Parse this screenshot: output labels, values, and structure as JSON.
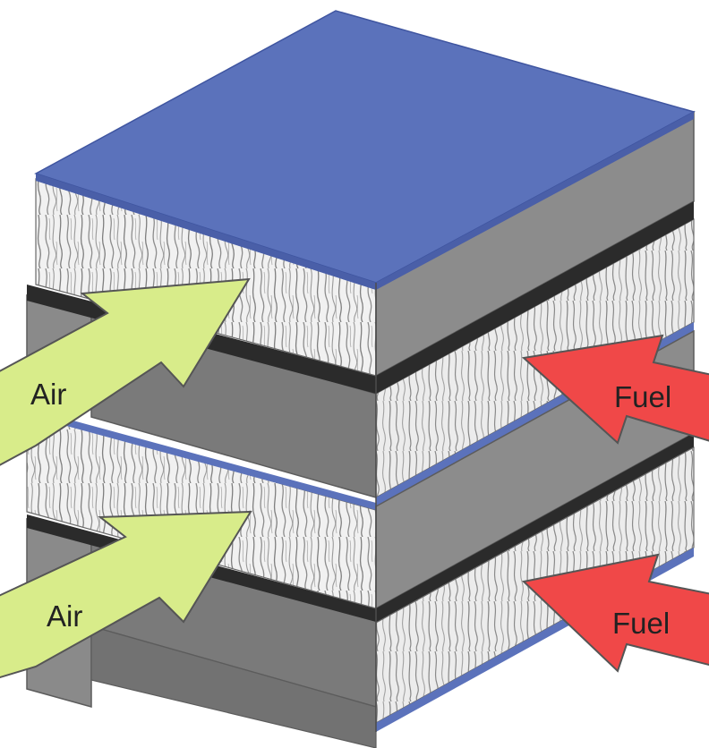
{
  "diagram": {
    "labels": {
      "air_upper": "Air",
      "air_lower": "Air",
      "fuel_upper": "Fuel",
      "fuel_lower": "Fuel"
    },
    "colors": {
      "top_plate": "#5b72bb",
      "interconnect_front": "#7a7a7a",
      "interconnect_side": "#8c8c8c",
      "channel_gap": "#2b2b2b",
      "flow_channel": "#eeeeee",
      "air_arrow": "#d8ec8a",
      "fuel_arrow": "#f04848"
    }
  }
}
